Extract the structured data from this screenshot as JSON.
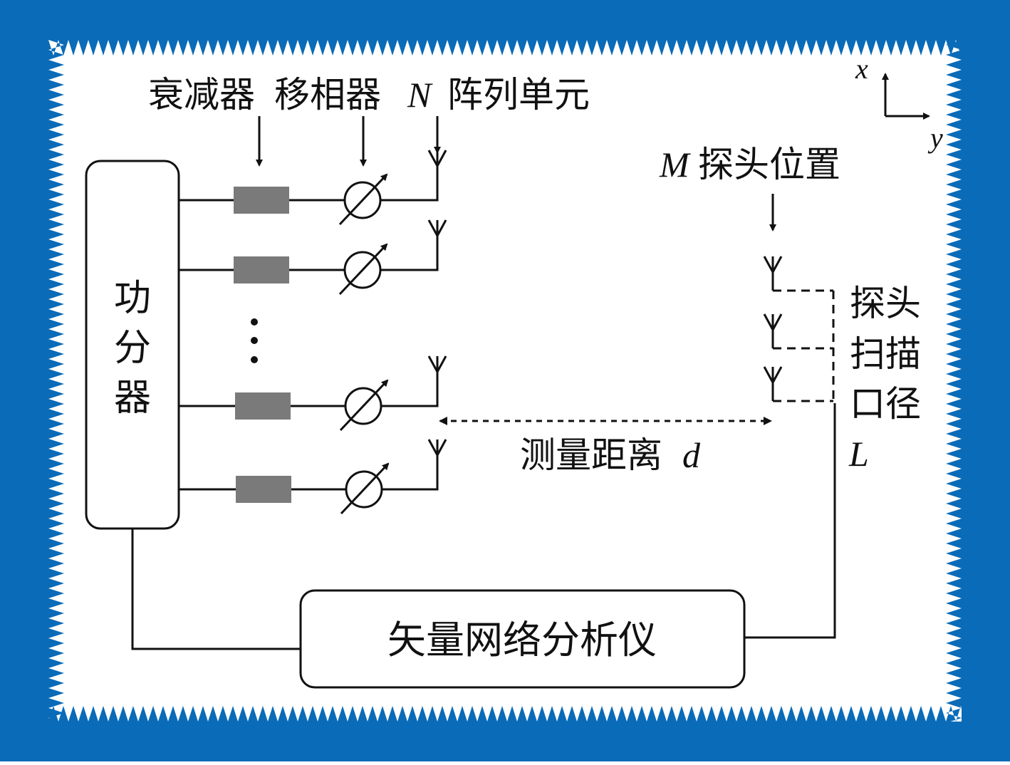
{
  "colors": {
    "frame": "#0a6bb8",
    "attenuator": "#7a7a7a",
    "line": "#111111",
    "background": "#ffffff"
  },
  "labels": {
    "attenuator": "衰减器",
    "phase_shifter": "移相器",
    "array_prefix": "N",
    "array_text": "阵列单元",
    "probe_prefix": "M",
    "probe_text": "探头位置",
    "power_divider": [
      "功",
      "分",
      "器"
    ],
    "vna": "矢量网络分析仪",
    "distance_text": "测量距离",
    "distance_var": "d",
    "scan_aperture": [
      "探头",
      "扫描",
      "口径"
    ],
    "aperture_var": "L",
    "axis_x": "x",
    "axis_y": "y"
  },
  "structure": {
    "array_branches_shown": 4,
    "ellipsis_between_branches": true,
    "probe_positions_shown": 3
  },
  "icon_names": [
    "antenna-icon",
    "phase-shifter-icon",
    "attenuator-icon",
    "arrow-icon",
    "absorber-frame-icon"
  ]
}
